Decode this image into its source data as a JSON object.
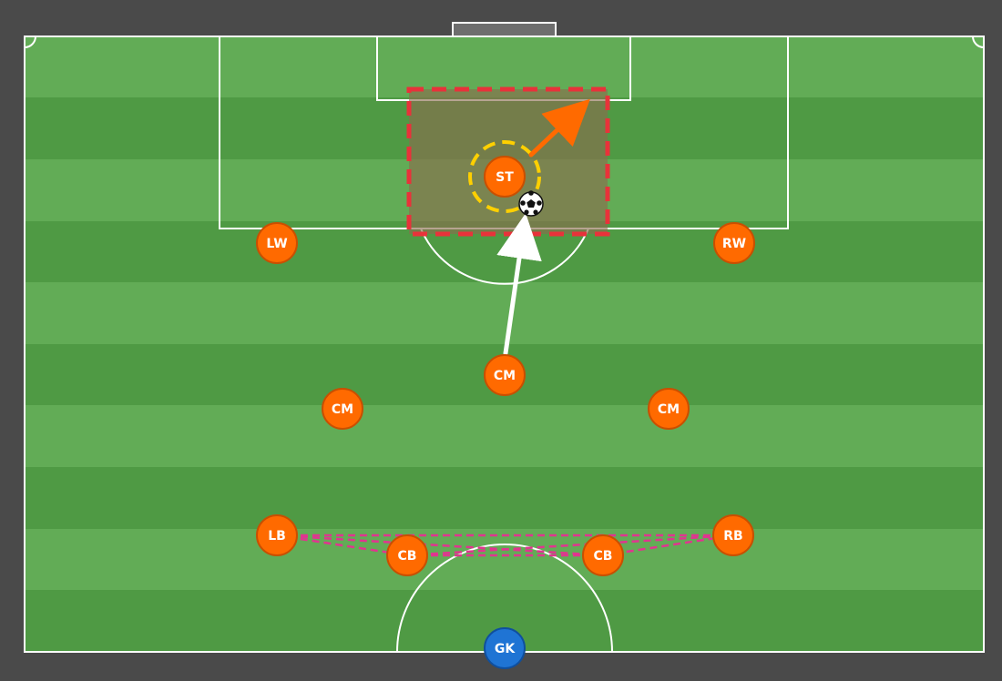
{
  "diagram": {
    "colors": {
      "frame": "#4a4a4a",
      "stripe_light": "#62ac56",
      "stripe_dark": "#4f9a44",
      "pitch_lines": "#ffffff",
      "goal": "#6e6e6e",
      "player_fill": "#ff6a00",
      "player_stroke": "#c94f00",
      "goalkeeper_fill": "#1f74d4",
      "goalkeeper_stroke": "#0f4f9e",
      "target_zone_fill": "#8a6c4d",
      "target_zone_border": "#e8323a",
      "ball_highlight_ring": "#ffd000",
      "run_arrow": "#ff6a00",
      "pass_arrow": "#ffffff",
      "defensive_line": "#e0358f"
    },
    "players": {
      "st": "ST",
      "lw": "LW",
      "rw": "RW",
      "cm_center": "CM",
      "cm_left": "CM",
      "cm_right": "CM",
      "lb": "LB",
      "cb_left": "CB",
      "cb_right": "CB",
      "rb": "RB",
      "gk": "GK"
    },
    "icons": {
      "ball": "soccer-ball-icon"
    }
  }
}
